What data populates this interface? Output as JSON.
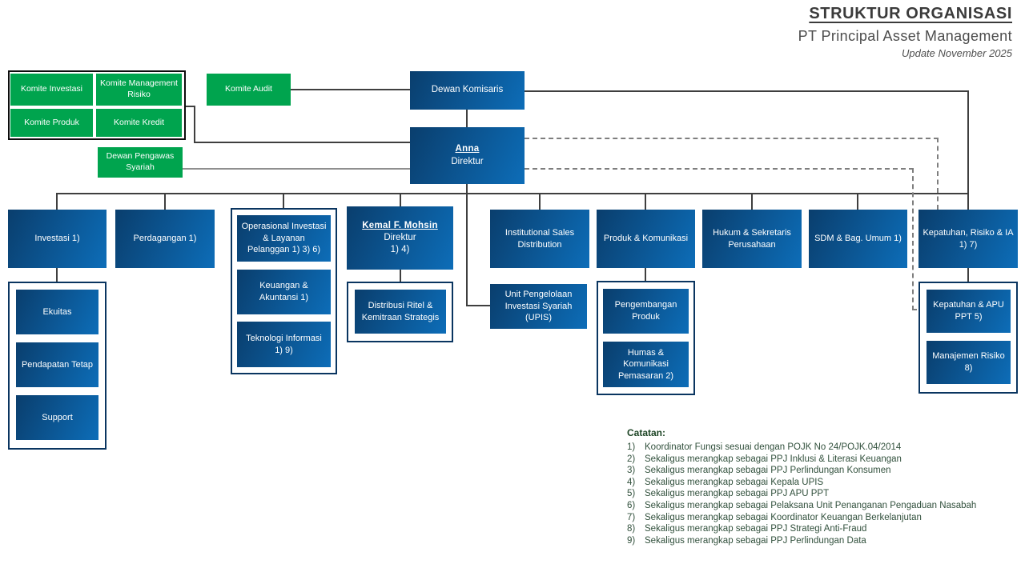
{
  "header": {
    "title": "STRUKTUR ORGANISASI",
    "company": "PT Principal Asset Management",
    "update_note": "Update November 2025"
  },
  "committees": {
    "komite_investasi": "Komite Investasi",
    "komite_management_risiko": "Komite Management Risiko",
    "komite_produk": "Komite Produk",
    "komite_kredit": "Komite Kredit",
    "komite_audit": "Komite Audit",
    "dewan_pengawas_syariah": "Dewan Pengawas Syariah"
  },
  "board": {
    "dewan_komisaris": "Dewan Komisaris",
    "direktur_utama": {
      "name": "Anna",
      "role": "Direktur"
    },
    "direktur_kedua": {
      "name": "Kemal F. Mohsin",
      "role": "Direktur",
      "note": "1) 4)"
    }
  },
  "departments": {
    "investasi": "Investasi 1)",
    "perdagangan": "Perdagangan 1)",
    "operasional": "Operasional Investasi & Layanan Pelanggan 1) 3) 6)",
    "institutional_sales": "Institutional Sales Distribution",
    "produk_komunikasi": "Produk & Komunikasi",
    "hukum": "Hukum & Sekretaris Perusahaan",
    "sdm": "SDM & Bag. Umum 1)",
    "kepatuhan": "Kepatuhan, Risiko & IA 1) 7)"
  },
  "subunits": {
    "ekuitas": "Ekuitas",
    "pendapatan_tetap": "Pendapatan Tetap",
    "support": "Support",
    "keuangan_akuntansi": "Keuangan & Akuntansi 1)",
    "teknologi_informasi": "Teknologi Informasi 1) 9)",
    "distribusi_ritel": "Distribusi Ritel & Kemitraan Strategis",
    "upis": "Unit Pengelolaan Investasi Syariah (UPIS)",
    "pengembangan_produk": "Pengembangan Produk",
    "humas": "Humas & Komunikasi Pemasaran 2)",
    "kepatuhan_apu": "Kepatuhan & APU PPT 5)",
    "manajemen_risiko": "Manajemen Risiko 8)"
  },
  "catatan": {
    "heading": "Catatan:",
    "items": [
      {
        "num": "1)",
        "text": "Koordinator Fungsi sesuai dengan POJK No 24/POJK.04/2014"
      },
      {
        "num": "2)",
        "text": "Sekaligus merangkap sebagai PPJ Inklusi & Literasi Keuangan"
      },
      {
        "num": "3)",
        "text": "Sekaligus merangkap sebagai PPJ Perlindungan Konsumen"
      },
      {
        "num": "4)",
        "text": "Sekaligus merangkap sebagai Kepala UPIS"
      },
      {
        "num": "5)",
        "text": "Sekaligus merangkap sebagai PPJ APU PPT"
      },
      {
        "num": "6)",
        "text": "Sekaligus merangkap sebagai Pelaksana Unit Penanganan Pengaduan Nasabah"
      },
      {
        "num": "7)",
        "text": "Sekaligus merangkap sebagai Koordinator Keuangan Berkelanjutan"
      },
      {
        "num": "8)",
        "text": "Sekaligus merangkap sebagai PPJ Strategi Anti-Fraud"
      },
      {
        "num": "9)",
        "text": "Sekaligus merangkap sebagai PPJ Perlindungan Data"
      }
    ]
  },
  "colors": {
    "box_blue_dark": "#0a3e6d",
    "box_blue_light": "#0d6db8",
    "box_green": "#00a44e",
    "note_text": "#31503c",
    "line_dark": "#3f3f3f",
    "line_gray": "#8f8f8f"
  }
}
